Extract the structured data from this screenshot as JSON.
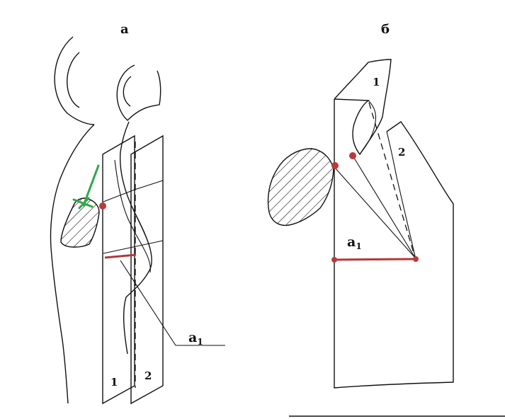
{
  "panels": {
    "left": {
      "label": "а",
      "plane1_label": "1",
      "plane2_label": "2",
      "callout_base": "а",
      "callout_sub": "1"
    },
    "right": {
      "label": "б",
      "part1_label": "1",
      "part2_label": "2",
      "measure_base": "а",
      "measure_sub": "1"
    }
  },
  "colors": {
    "line": "#111111",
    "accent_red": "#b03a3a",
    "marker_green": "#2fa84a"
  }
}
